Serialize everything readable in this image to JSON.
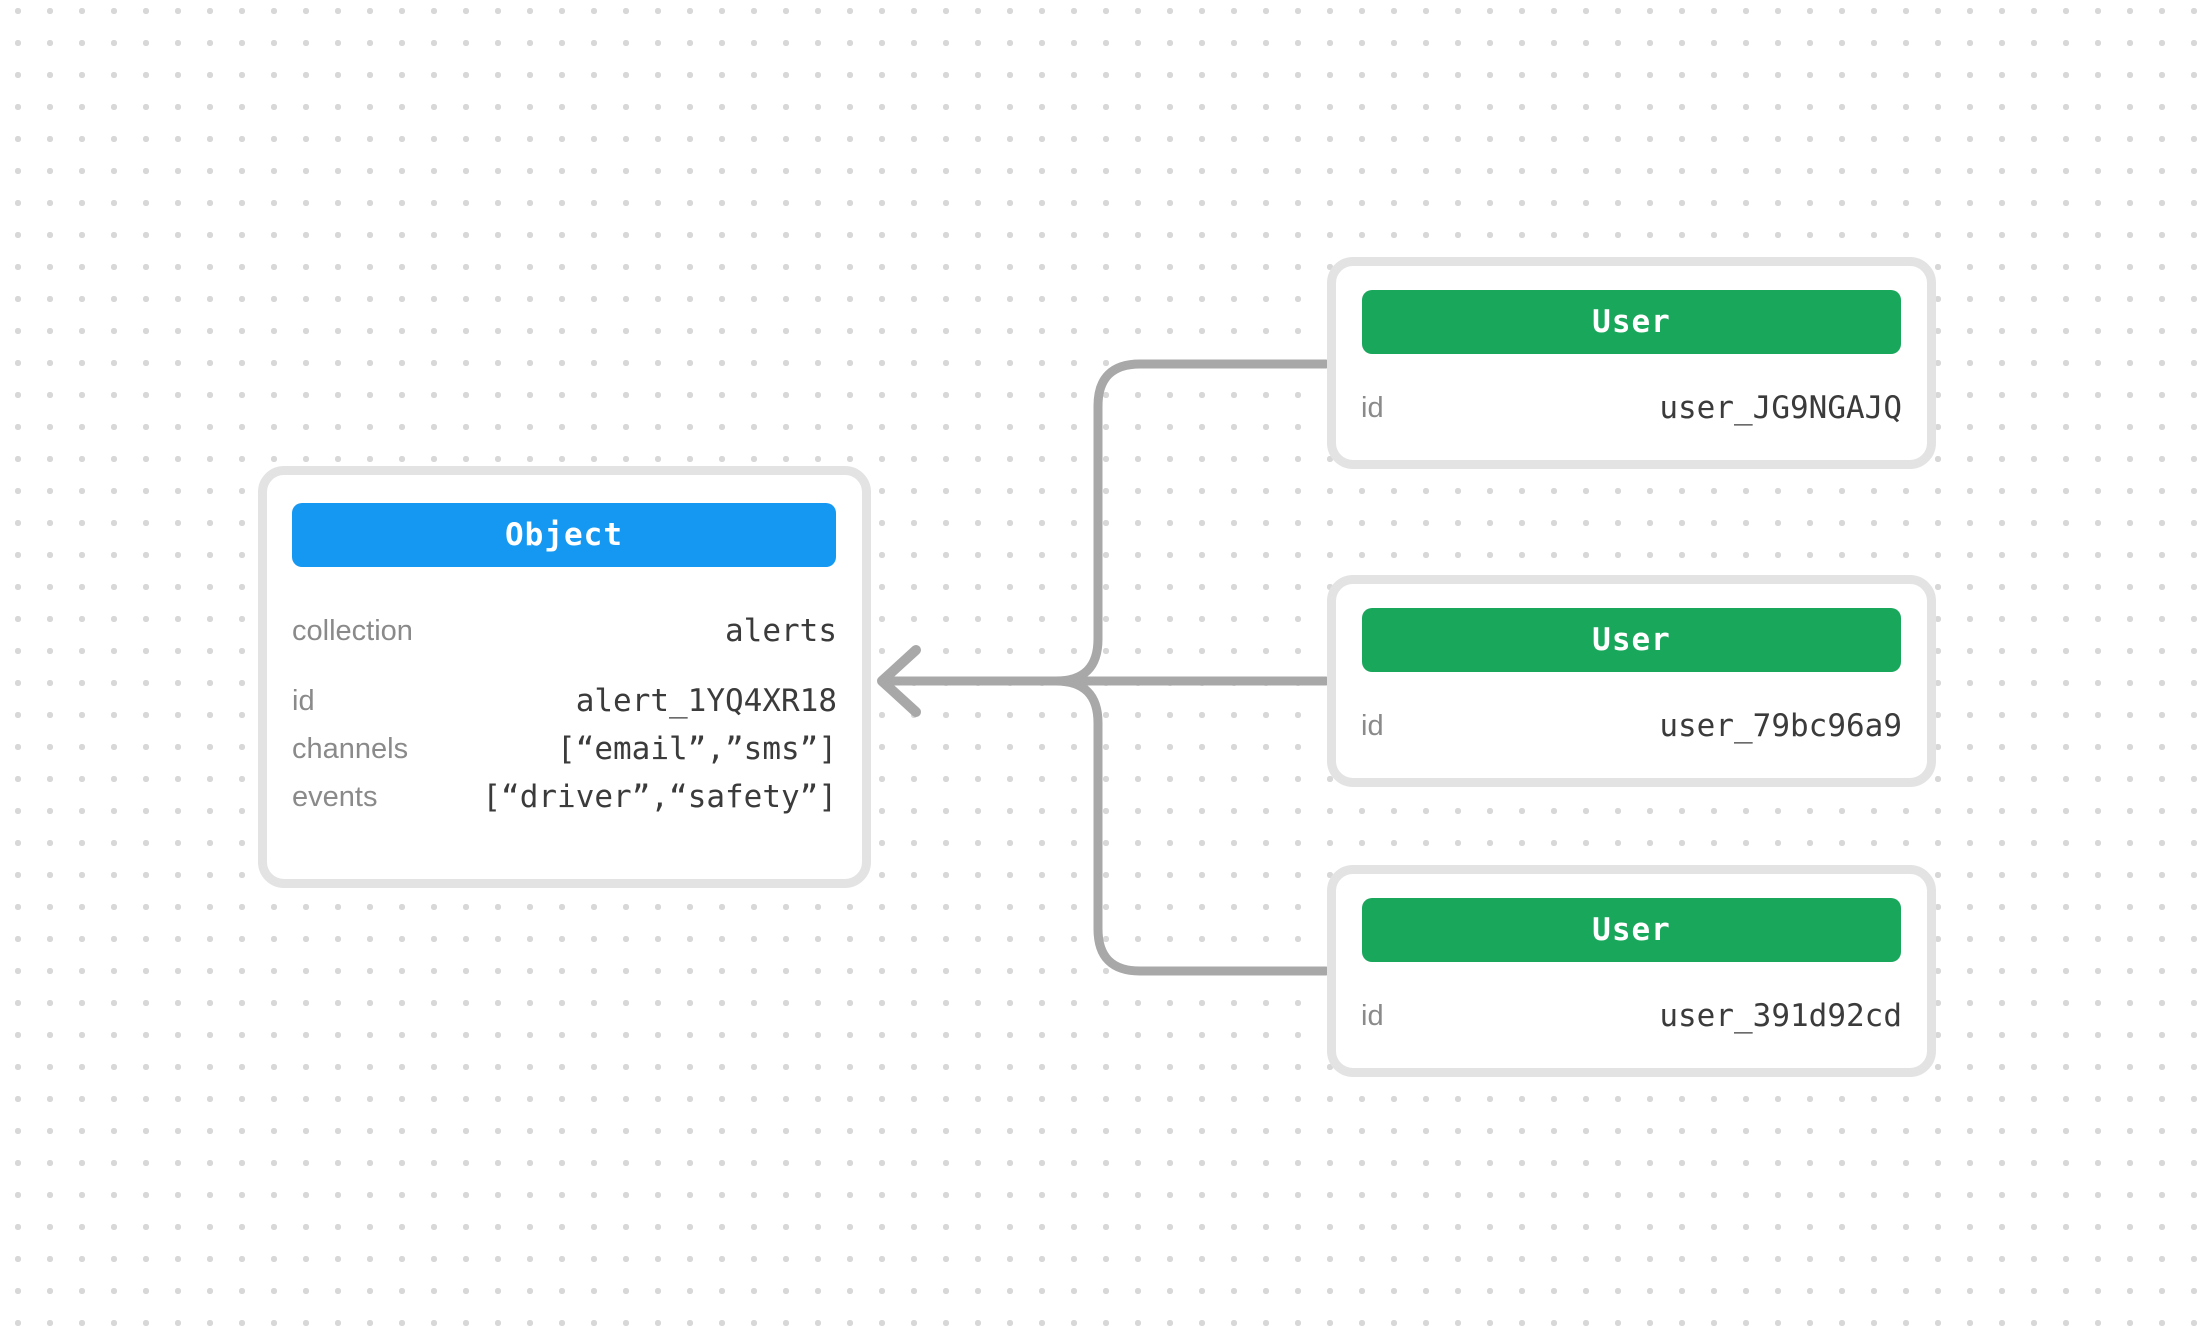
{
  "colors": {
    "object_header_bg": "#1598f2",
    "user_header_bg": "#19a75c",
    "card_border": "#e3e3e3",
    "connector": "#a8a8a8",
    "label_text": "#8a8a8a",
    "value_text": "#3b3b3b",
    "dot_grid": "#d8d8d8"
  },
  "object_card": {
    "header_label": "Object",
    "rows": [
      {
        "label": "collection",
        "value": "alerts"
      },
      {
        "label": "id",
        "value": "alert_1YQ4XR18"
      },
      {
        "label": "channels",
        "value": "[“email”,”sms”]"
      },
      {
        "label": "events",
        "value": "[“driver”,“safety”]"
      }
    ]
  },
  "user_cards": [
    {
      "header_label": "User",
      "id_label": "id",
      "id_value": "user_JG9NGAJQ"
    },
    {
      "header_label": "User",
      "id_label": "id",
      "id_value": "user_79bc96a9"
    },
    {
      "header_label": "User",
      "id_label": "id",
      "id_value": "user_391d92cd"
    }
  ]
}
